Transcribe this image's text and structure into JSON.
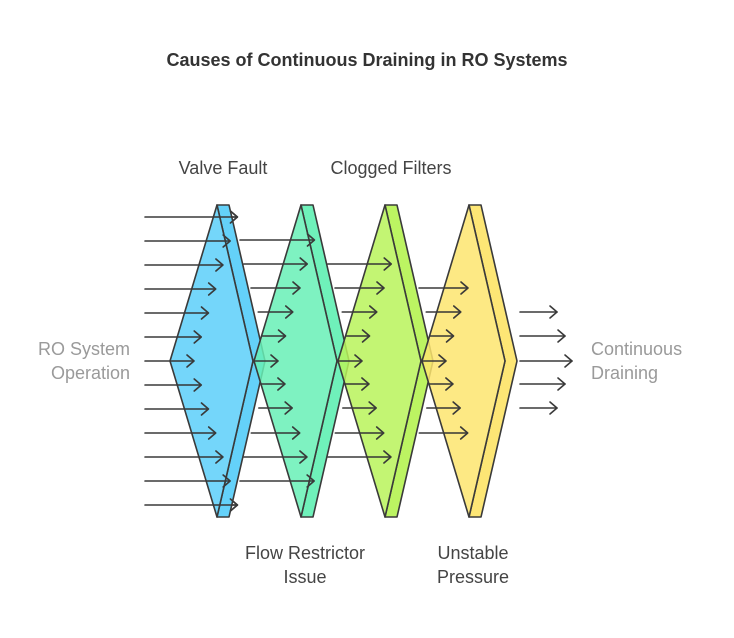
{
  "title": "Causes of Continuous Draining in RO Systems",
  "input": {
    "line1": "RO System",
    "line2": "Operation"
  },
  "output": {
    "line1": "Continuous",
    "line2": "Draining"
  },
  "filters": [
    {
      "line1": "Valve Fault",
      "line2": "",
      "color": "#5ccff9"
    },
    {
      "line1": "Flow Restrictor",
      "line2": "Issue",
      "color": "#67f0b6"
    },
    {
      "line1": "Clogged Filters",
      "line2": "",
      "color": "#b8f35a"
    },
    {
      "line1": "Unstable",
      "line2": "Pressure",
      "color": "#fde56e"
    }
  ],
  "colors": {
    "stroke": "#3a3a3a",
    "text": "#444444",
    "muted": "#9a9a9a"
  }
}
